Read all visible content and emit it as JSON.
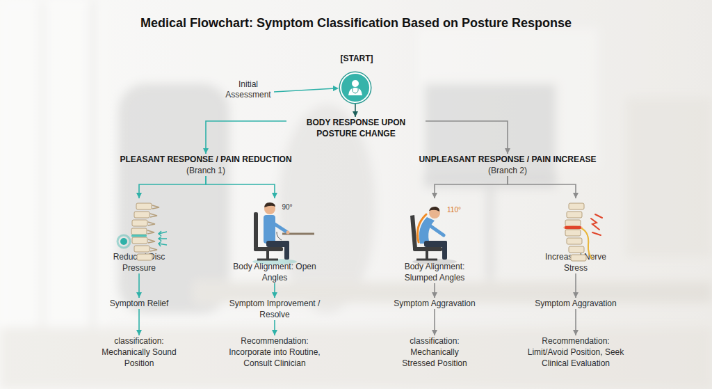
{
  "diagram": {
    "title": "Medical Flowchart: Symptom Classification Based on Posture Response",
    "nodes": [
      {
        "text": [
          "[START]"
        ]
      },
      {
        "text": [
          "BODY RESPONSE UPON POSTURE CHANGE"
        ]
      },
      {
        "text": [
          "PLEASANT RESPONSE / PAIN REDUCTION",
          "(Branch 1)"
        ]
      },
      {
        "text": [
          "UNPLEASANT RESPONSE / PAIN INCREASE",
          "(Branch 2)"
        ]
      },
      {
        "text": [
          "Reduced Disc Pressure"
        ]
      },
      {
        "text": [
          "Body Alignment: Open Angles"
        ]
      },
      {
        "text": [
          "Body Alignment: Slumped Angles"
        ]
      },
      {
        "text": [
          "Increased Nerve Stress"
        ]
      },
      {
        "text": [
          "Symptom Relief"
        ]
      },
      {
        "text": [
          "Symptom Improvement / Resolve"
        ]
      },
      {
        "text": [
          "Symptom Aggravation"
        ]
      },
      {
        "text": [
          "Symptom Aggravation"
        ]
      },
      {
        "text": [
          "classification: Mechanically Sound Position"
        ]
      },
      {
        "text": [
          "Recommendation: Incorporate into Routine, Consult Clinician"
        ]
      },
      {
        "text": [
          "classification: Mechanically Stressed Position"
        ]
      },
      {
        "text": [
          "Recommendation: Limit/Avoid Position, Seek Clinical Evaluation"
        ]
      }
    ],
    "edges": [
      {
        "from": 0,
        "to": 1,
        "arrow": "to"
      },
      {
        "from": 1,
        "to": 2,
        "arrow": "to"
      },
      {
        "from": 1,
        "to": 3,
        "arrow": "to"
      },
      {
        "from": 2,
        "to": 4,
        "arrow": "to"
      },
      {
        "from": 2,
        "to": 5,
        "arrow": "to"
      },
      {
        "from": 3,
        "to": 6,
        "arrow": "to"
      },
      {
        "from": 3,
        "to": 7,
        "arrow": "to"
      },
      {
        "from": 4,
        "to": 8,
        "arrow": "to"
      },
      {
        "from": 5,
        "to": 9,
        "arrow": "to"
      },
      {
        "from": 6,
        "to": 10,
        "arrow": "to"
      },
      {
        "from": 7,
        "to": 11,
        "arrow": "to"
      },
      {
        "from": 8,
        "to": 12,
        "arrow": "to"
      },
      {
        "from": 9,
        "to": 13,
        "arrow": "to"
      },
      {
        "from": 10,
        "to": 14,
        "arrow": "to"
      },
      {
        "from": 11,
        "to": 15,
        "arrow": "to"
      }
    ],
    "labels": [
      "Initial Assessment",
      "90°",
      "110°"
    ]
  }
}
